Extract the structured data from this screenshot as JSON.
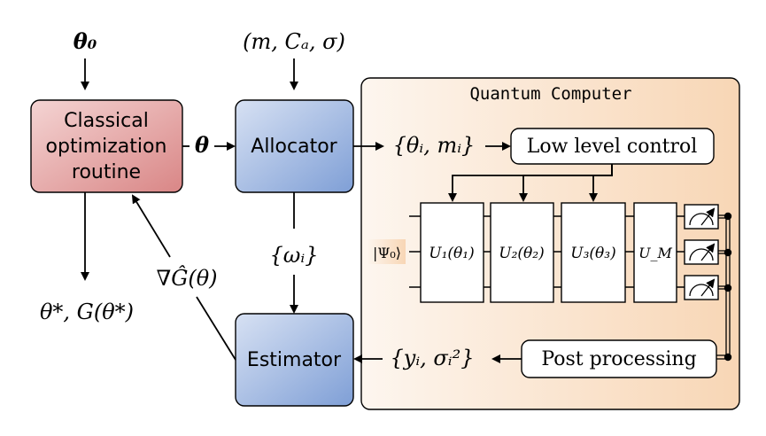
{
  "inputs": {
    "theta0": "θ₀",
    "params": "(m, Cₐ, σ)"
  },
  "classical": {
    "line1": "Classical",
    "line2": "optimization",
    "line3": "routine",
    "color_top": "#f4d4d3",
    "color_bottom": "#d98686"
  },
  "allocator": {
    "label": "Allocator",
    "color_top": "#d7e1f3",
    "color_bottom": "#7f9fd6"
  },
  "estimator": {
    "label": "Estimator",
    "color_top": "#d7e1f3",
    "color_bottom": "#7f9fd6"
  },
  "edges": {
    "theta": "θ",
    "theta_m": "{θᵢ, mᵢ}",
    "omega": "{ωᵢ}",
    "grad": "∇Ĝ(θ)",
    "output_star": "θ*, G(θ*)",
    "y_sigma": "{yᵢ, σᵢ²}"
  },
  "quantum": {
    "title": "Quantum Computer",
    "color_left": "#fdf6ef",
    "color_right": "#f8d6b5",
    "low_level_control": "Low level control",
    "post_processing": "Post processing",
    "initial_state": "|Ψ₀⟩",
    "gates": [
      "U₁(θ₁)",
      "U₂(θ₂)",
      "U₃(θ₃)",
      "U_M"
    ]
  }
}
